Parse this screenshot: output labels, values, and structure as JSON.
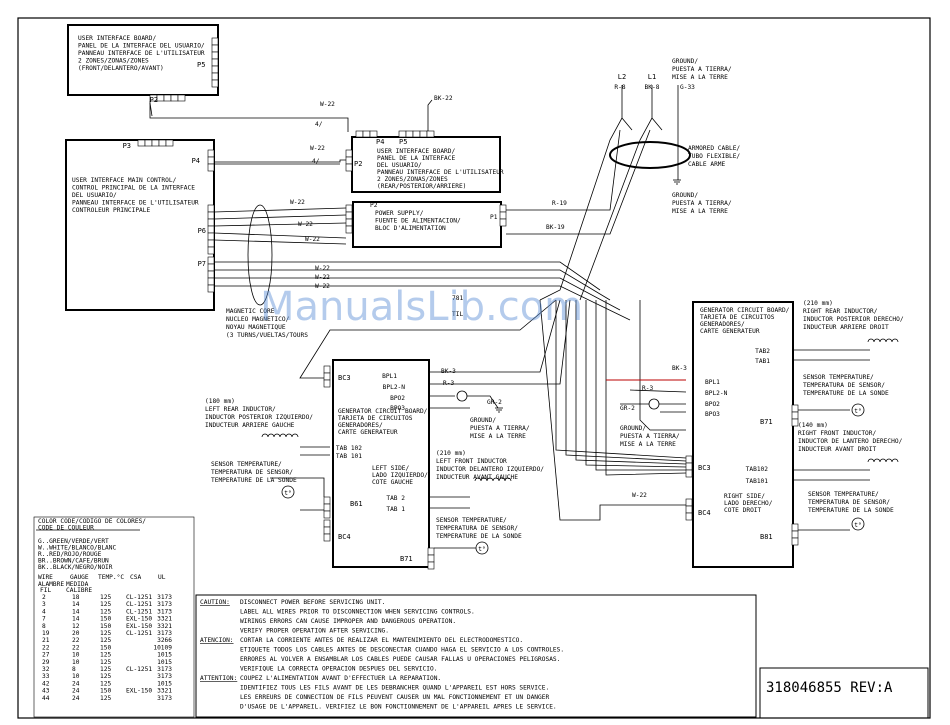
{
  "watermark": "ManualsLib.com",
  "doc_number": "318046855 REV:A",
  "boards": {
    "ui_front": [
      "USER INTERFACE BOARD/",
      "PANEL DE LA INTERFACE DEL USUARIO/",
      "PANNEAU INTERFACE DE L'UTILISATEUR",
      "2 ZONES/ZONAS/ZONES",
      "(FRONT/DELANTERO/AVANT)"
    ],
    "ui_rear": [
      "USER INTERFACE BOARD/",
      "PANEL DE LA INTERFACE",
      "DEL USUARIO/",
      "PANNEAU INTERFACE DE L'UTILISATEUR",
      "2 ZONES/ZONAS/ZONES",
      "(REAR/POSTERIOR/ARRIERE)"
    ],
    "main_control": [
      "USER INTERFACE MAIN CONTROL/",
      "CONTROL PRINCIPAL DE LA INTERFACE",
      "DEL USUARIO/",
      "PANNEAU INTERFACE DE L'UTILISATEUR",
      "CONTROLEUR PRINCIPALE"
    ],
    "power_supply": [
      "POWER SUPPLY/",
      "FUENTE DE ALIMENTACION/",
      "BLOC D'ALIMENTATION"
    ],
    "gen_left": [
      "GENERATOR CIRCUIT BOARD/",
      "TARJETA DE CIRCUITOS",
      "GENERADORES/",
      "CARTE GENERATEUR"
    ],
    "gen_left_side": [
      "LEFT SIDE/",
      "LADO IZQUIERDO/",
      "COTE GAUCHE"
    ],
    "gen_right": [
      "GENERATOR CIRCUIT BOARD/",
      "TARJETA DE CIRCUITOS",
      "GENERADORES/",
      "CARTE GENERATEUR"
    ],
    "gen_right_side": [
      "RIGHT SIDE/",
      "LADO DERECHO/",
      "COTE DROIT"
    ]
  },
  "connectors": {
    "p5": "P5",
    "p2a": "P2",
    "p3": "P3",
    "p4a": "P4",
    "p6a": "P6",
    "p7": "P7",
    "p4b": "P4",
    "p5b": "P5",
    "p2b": "P2",
    "p1": "P1",
    "p2c": "P2",
    "bc3a": "BC3",
    "bc4a": "BC4",
    "bc3b": "BC3",
    "bc4b": "BC4",
    "b61": "B61",
    "b71a": "B71",
    "b71b": "B71",
    "b81": "B81"
  },
  "wires": {
    "w22": "W-22",
    "bk22": "BK-22",
    "r19": "R-19",
    "bk19": "BK-19",
    "bk3": "BK-3",
    "r3": "R-3",
    "gr2": "GR-2",
    "slash4": "4/"
  },
  "left_gen_pins": {
    "bpl1": "BPL1",
    "bpl2": "BPL2-N",
    "bpo2": "BPO2",
    "bpo3": "BPO3",
    "tab102": "TAB 102",
    "tab101": "TAB 101",
    "tab2": "TAB 2",
    "tab1": "TAB 1"
  },
  "right_gen_pins": {
    "bpl1": "BPL1",
    "bpl2": "BPL2-N",
    "bpo2": "BPO2",
    "bpo3": "BPO3",
    "tab2": "TAB2",
    "tab1": "TAB1",
    "tab102": "TAB102",
    "tab101": "TAB101"
  },
  "power_lines": {
    "l2": "L2",
    "l1": "L1",
    "r8": "R-8",
    "bk8": "BK-8",
    "g33": "G-33",
    "ground_top": [
      "GROUND/",
      "PUESTA A TIERRA/",
      "MISE A LA TERRE"
    ],
    "armored": [
      "ARMORED CABLE/",
      "TUBO FLEXIBLE/",
      "CABLE ARME"
    ],
    "ground_mid": [
      "GROUND/",
      "PUESTA A TIERRA/",
      "MISE A LA TERRE"
    ]
  },
  "magnetic_core": [
    "MAGNETIC CORE",
    "NUCLEO MAGNETICO/",
    "NOYAU MAGNETIQUE",
    "(3 TURNS/VUELTAS/TOURS"
  ],
  "center_note": [
    "781",
    "",
    "TIL"
  ],
  "left_components": {
    "rear_inductor": [
      "(180 mm)",
      "LEFT REAR INDUCTOR/",
      "INDUCTOR POSTERIOR IZQUIERDO/",
      "INDUCTEUR ARRIERE GAUCHE"
    ],
    "sensor_left": [
      "SENSOR TEMPERATURE/",
      "TEMPERATURA DE SENSOR/",
      "TEMPERATURE DE LA SONDE"
    ],
    "ground": [
      "GROUND/",
      "PUESTA A TIERRA/",
      "MISE A LA TERRE"
    ],
    "front_inductor": [
      "(210 mm)",
      "LEFT FRONT INDUCTOR",
      "INDUCTOR DELANTERO IZQUIERDO/",
      "INDUCTEUR AVANT GAUCHE"
    ],
    "sensor_front": [
      "SENSOR TEMPERATURE/",
      "TEMPERATURA DE SENSOR/",
      "TEMPERATURE DE LA SONDE"
    ]
  },
  "right_components": {
    "rear_inductor": [
      "(210 mm)",
      "RIGHT REAR INDUCTOR/",
      "INDUCTOR POSTERIOR DERECHO/",
      "INDUCTEUR ARRIERE DROIT"
    ],
    "sensor_rear": [
      "SENSOR TEMPERATURE/",
      "TEMPERATURA DE SENSOR/",
      "TEMPERATURE DE LA SONDE"
    ],
    "ground": [
      "GROUND/",
      "PUESTA A TIERRA/",
      "MISE A LA TERRE"
    ],
    "front_inductor": [
      "(140 mm)",
      "RIGHT FRONT INDUCTOR/",
      "INDUCTOR DE LANTERO DERECHO/",
      "INDUCTEUR AVANT DROIT"
    ],
    "sensor_front": [
      "SENSOR TEMPERATURE/",
      "TEMPERATURA DE SENSOR/",
      "TEMPERATURE DE LA SONDE"
    ]
  },
  "color_code": {
    "title": [
      "COLOR CODE/CODIGO DE COLORES/",
      "CODE DE COULEUR"
    ],
    "items": [
      "G..GREEN/VERDE/VERT",
      "W..WHITE/BLANCO/BLANC",
      "R..RED/ROJO/ROUGE",
      "BR..BROWN/CAFE/BRUN",
      "BK..BLACK/NEGRO/NOIR"
    ],
    "headers": [
      "WIRE",
      "GAUGE",
      "TEMP.°C",
      "CSA",
      "UL"
    ],
    "subheaders": [
      "ALAMBRE",
      "MEDIDA",
      "FIL",
      "CALIBRE"
    ],
    "rows": [
      [
        "2",
        "18",
        "125",
        "CL-1251",
        "3173"
      ],
      [
        "3",
        "14",
        "125",
        "CL-1251",
        "3173"
      ],
      [
        "4",
        "14",
        "125",
        "CL-1251",
        "3173"
      ],
      [
        "7",
        "14",
        "150",
        "EXL-150",
        "3321"
      ],
      [
        "8",
        "12",
        "150",
        "EXL-150",
        "3321"
      ],
      [
        "19",
        "20",
        "125",
        "CL-1251",
        "3173"
      ],
      [
        "21",
        "22",
        "125",
        "",
        "3266"
      ],
      [
        "22",
        "22",
        "150",
        "",
        "10109"
      ],
      [
        "27",
        "10",
        "125",
        "",
        "1015"
      ],
      [
        "29",
        "10",
        "125",
        "",
        "1015"
      ],
      [
        "32",
        "8",
        "125",
        "CL-1251",
        "3173"
      ],
      [
        "33",
        "10",
        "125",
        "",
        "3173"
      ],
      [
        "42",
        "24",
        "125",
        "",
        "1015"
      ],
      [
        "43",
        "24",
        "150",
        "EXL-150",
        "3321"
      ],
      [
        "44",
        "24",
        "125",
        "",
        "3173"
      ]
    ]
  },
  "caution": {
    "lines": [
      [
        "CAUTION:",
        "DISCONNECT POWER BEFORE SERVICING UNIT."
      ],
      [
        "",
        "LABEL ALL WIRES PRIOR TO DISCONNECTION WHEN SERVICING CONTROLS."
      ],
      [
        "",
        "WIRINGS ERRORS CAN CAUSE IMPROPER AND DANGEROUS OPERATION."
      ],
      [
        "",
        "VERIFY PROPER OPERATION AFTER SERVICING."
      ],
      [
        "ATENCION:",
        "CORTAR LA CORRIENTE ANTES DE REALIZAR EL MANTENIMIENTO DEL ELECTRODOMESTICO."
      ],
      [
        "",
        "ETIQUETE TODOS LOS CABLES ANTES DE DESCONECTAR CUANDO HAGA EL SERVICIO A LOS CONTROLES."
      ],
      [
        "",
        "ERRORES AL VOLVER A ENSAMBLAR LOS CABLES PUEDE CAUSAR FALLAS U OPERACIONES PELIGROSAS."
      ],
      [
        "",
        "VERIFIQUE LA CORRECTA OPERACION DESPUES DEL SERVICIO."
      ],
      [
        "ATTENTION:",
        "COUPEZ L'ALIMENTATION AVANT D'EFFECTUER LA REPARATION."
      ],
      [
        "",
        "IDENTIFIEZ TOUS LES FILS AVANT DE LES DEBRANCHER QUAND L'APPAREIL EST HORS SERVICE."
      ],
      [
        "",
        "LES ERREURS DE CONNECTION DE FILS PEUVENT CAUSER UN MAL FONCTIONNEMENT ET UN DANGER"
      ],
      [
        "",
        "D'USAGE DE L'APPAREIL. VERIFIEZ LE BON FONCTIONNEMENT DE L'APPAREIL APRES LE SERVICE."
      ]
    ]
  }
}
